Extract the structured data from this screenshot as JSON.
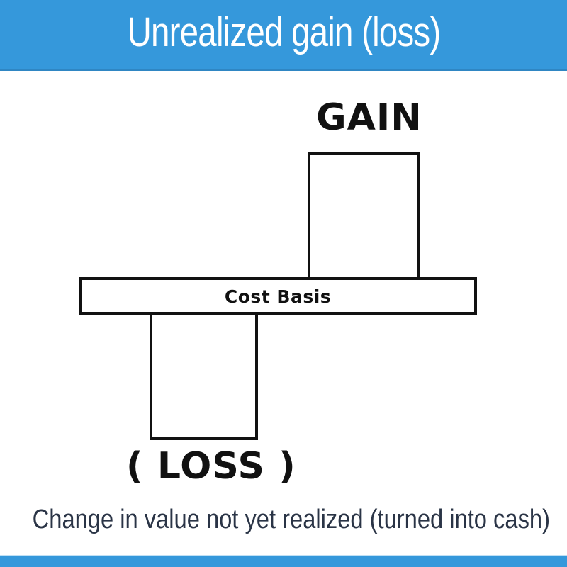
{
  "header": {
    "title": "Unrealized gain (loss)",
    "background_color": "#3598db"
  },
  "diagram": {
    "gain_label": "GAIN",
    "loss_label": "( LOSS )",
    "cost_basis_label": "Cost Basis",
    "stroke_color": "#111111"
  },
  "caption": "Change in value not yet realized (turned into cash)",
  "footer": {
    "background_color": "#3598db"
  }
}
